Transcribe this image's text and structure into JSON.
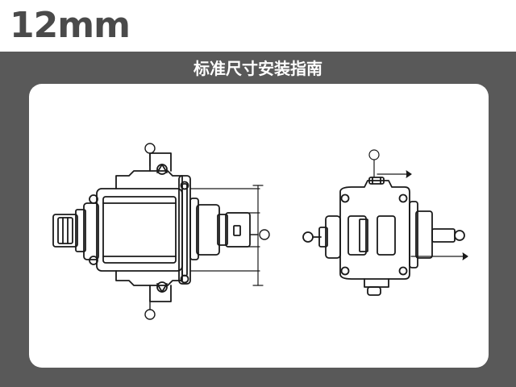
{
  "header": {
    "size_label": "12mm"
  },
  "panel": {
    "title": "标准尺寸安装指南"
  },
  "colors": {
    "panel_bg": "#595959",
    "title_text": "#ffffff",
    "size_text": "#4a4a4a",
    "line": "#1a1a1a"
  },
  "diagram": {
    "views": [
      "side-view",
      "front-view"
    ],
    "callout_style": "circle-marker"
  }
}
